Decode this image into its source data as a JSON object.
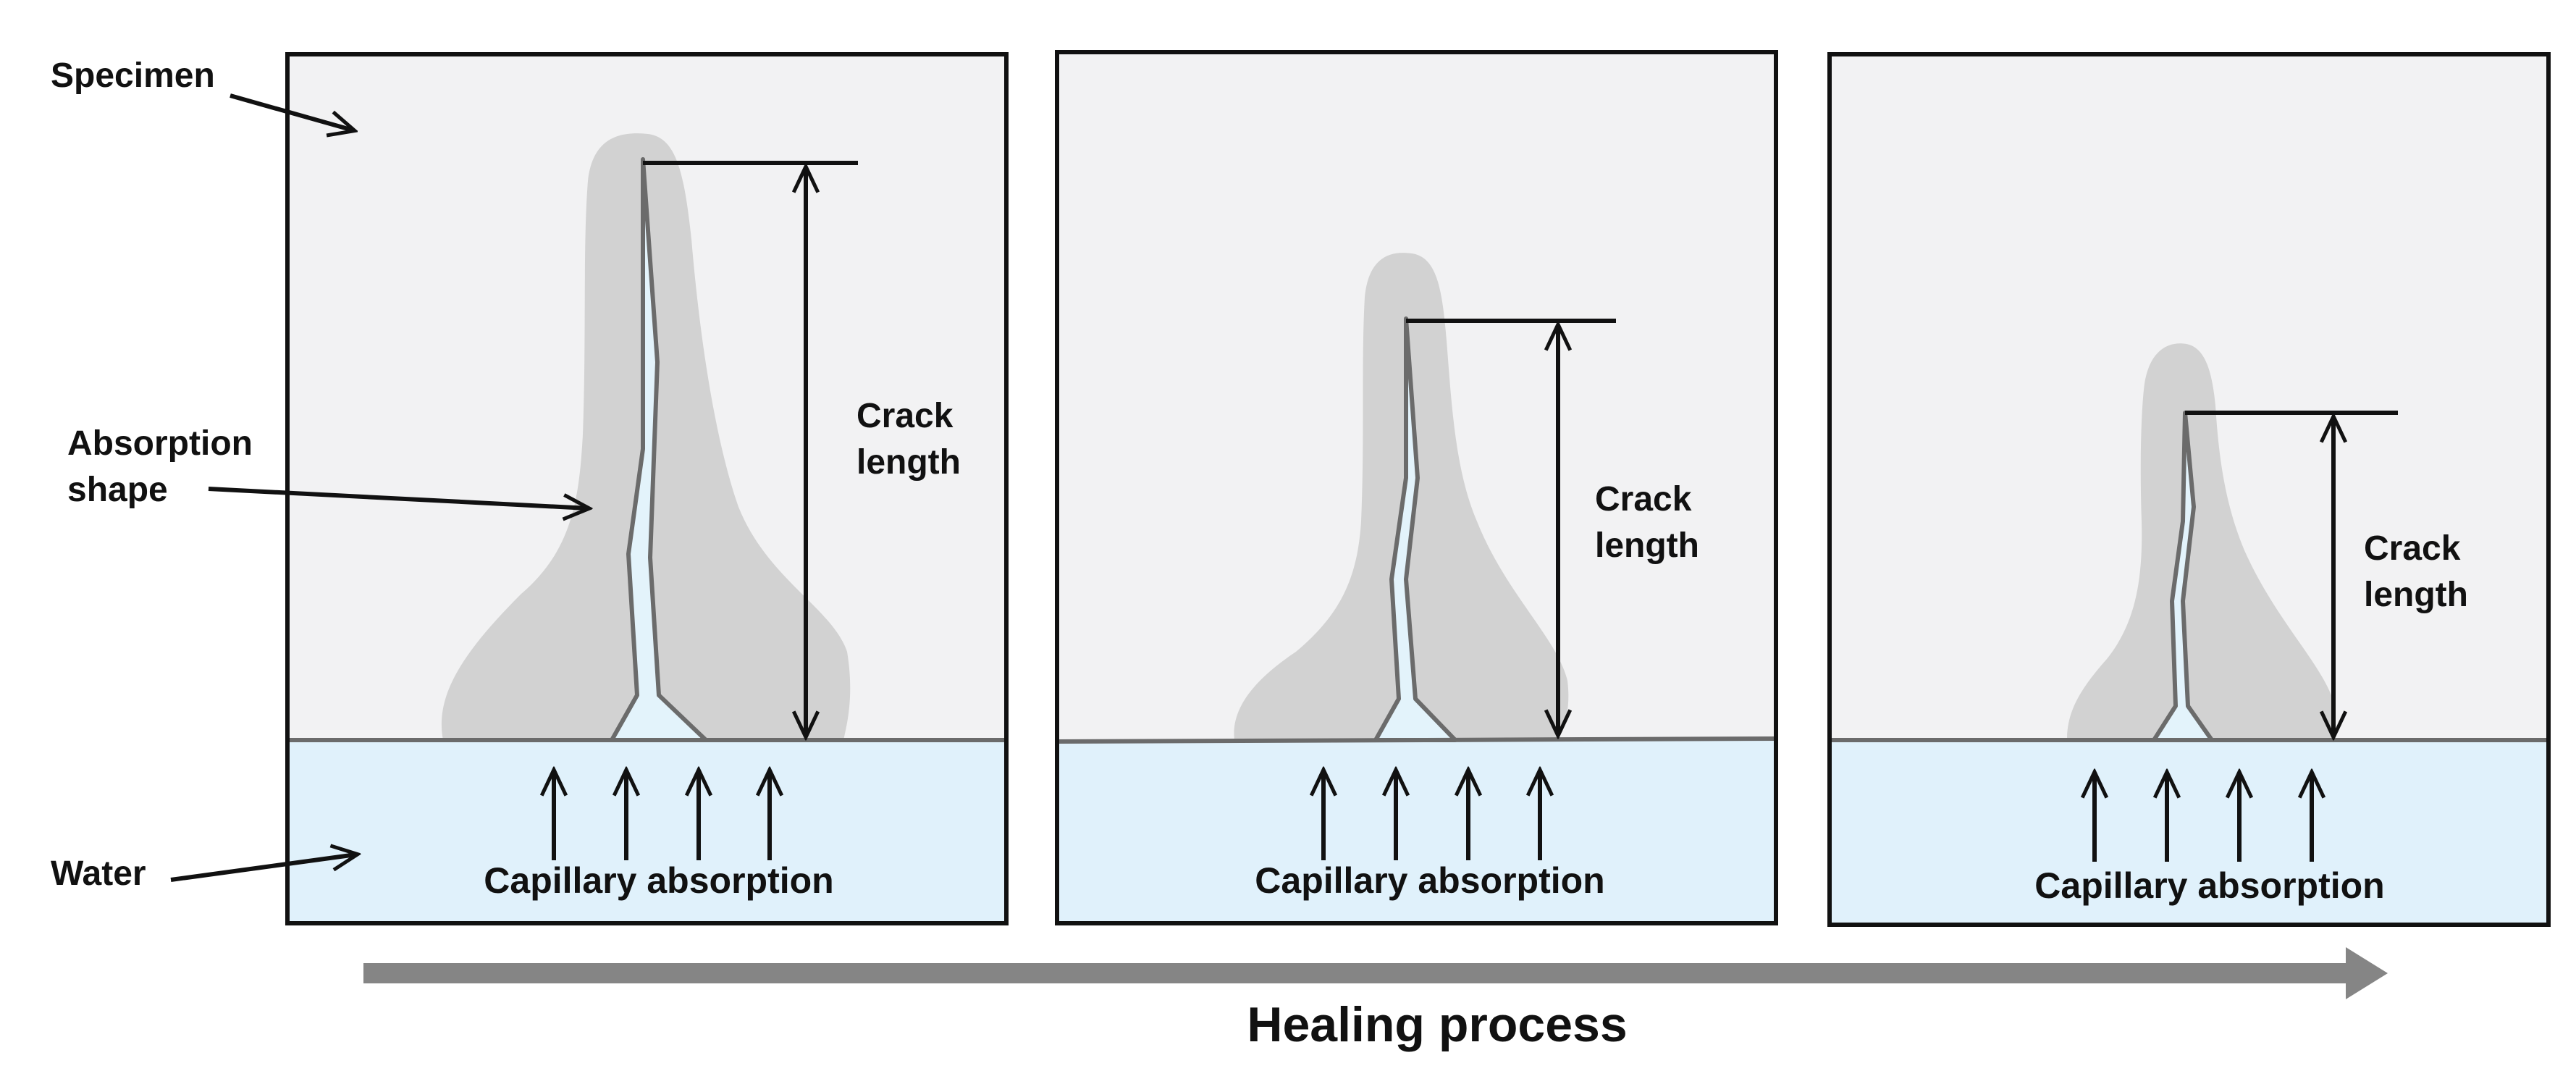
{
  "labels": {
    "specimen": "Specimen",
    "absorption_shape_line1": "Absorption",
    "absorption_shape_line2": "shape",
    "water": "Water",
    "healing_process": "Healing process"
  },
  "panels": [
    {
      "crack_label_line1": "Crack",
      "crack_label_line2": "length",
      "capillary_label": "Capillary absorption"
    },
    {
      "crack_label_line1": "Crack",
      "crack_label_line2": "length",
      "capillary_label": "Capillary absorption"
    },
    {
      "crack_label_line1": "Crack",
      "crack_label_line2": "length",
      "capillary_label": "Capillary absorption"
    }
  ],
  "colors": {
    "specimen_fill": "#f2f2f3",
    "water_fill": "#e0f1fb",
    "absorption_shape_fill": "#d2d2d2",
    "crack_outline": "#6b6b6b",
    "crack_fill": "#e3f3fb",
    "arrow_gray": "#858585",
    "ink": "#111111"
  }
}
